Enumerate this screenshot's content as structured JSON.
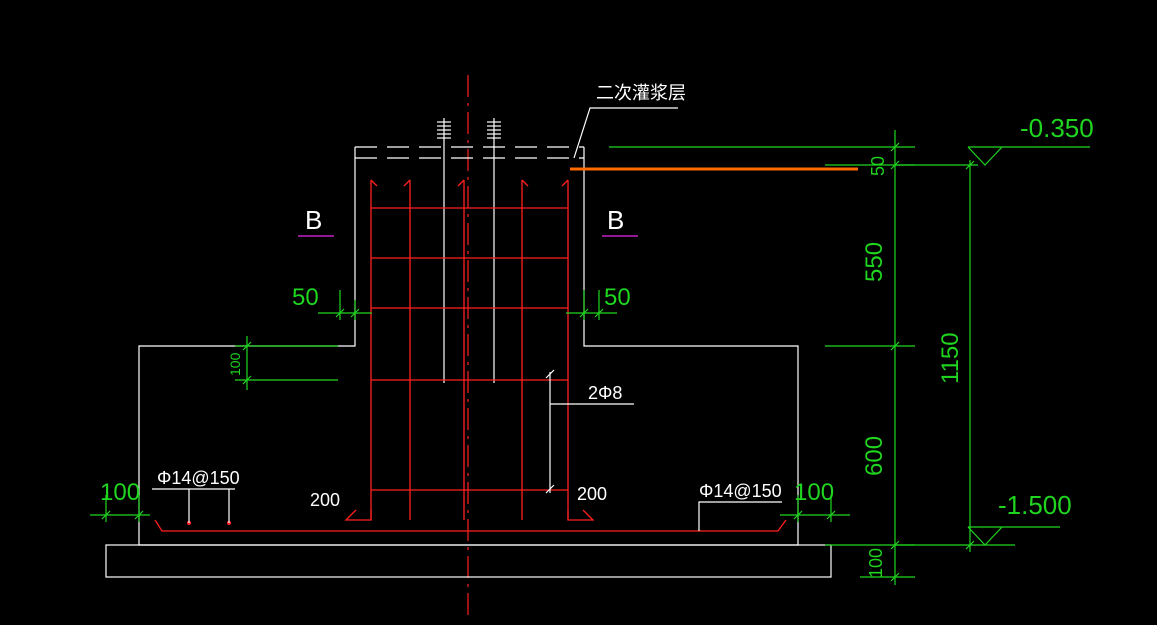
{
  "labels": {
    "grout_layer": "二次灌浆层",
    "section_left": "B",
    "section_right": "B",
    "stirrup": "2Φ8",
    "bottom_rebar_left": "Φ14@150",
    "bottom_rebar_right": "Φ14@150",
    "hook_left": "200",
    "hook_right": "200"
  },
  "dimensions": {
    "cover_left": "50",
    "cover_right": "50",
    "step_height": "100",
    "edge_left": "100",
    "edge_right": "100",
    "grout": "50",
    "pedestal": "550",
    "base": "600",
    "total": "1150",
    "bedding": "100"
  },
  "elevations": {
    "top": "-0.350",
    "bottom": "-1.500"
  },
  "colors": {
    "background": "#000000",
    "outline": "#ffffff",
    "rebar": "#ff2020",
    "dimension": "#1fd51f",
    "section_mark": "#c020c0",
    "highlight": "#ff6a00"
  }
}
